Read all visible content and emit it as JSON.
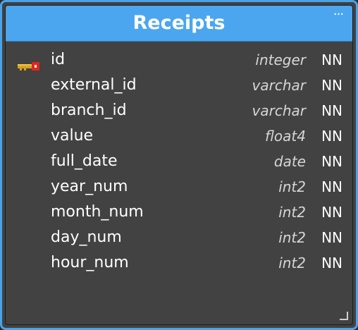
{
  "table": {
    "title": "Receipts",
    "menu_icon": "ellipsis-icon",
    "columns": [
      {
        "name": "id",
        "type": "integer",
        "constraint": "NN",
        "primary_key": true
      },
      {
        "name": "external_id",
        "type": "varchar",
        "constraint": "NN",
        "primary_key": false
      },
      {
        "name": "branch_id",
        "type": "varchar",
        "constraint": "NN",
        "primary_key": false
      },
      {
        "name": "value",
        "type": "float4",
        "constraint": "NN",
        "primary_key": false
      },
      {
        "name": "full_date",
        "type": "date",
        "constraint": "NN",
        "primary_key": false
      },
      {
        "name": "year_num",
        "type": "int2",
        "constraint": "NN",
        "primary_key": false
      },
      {
        "name": "month_num",
        "type": "int2",
        "constraint": "NN",
        "primary_key": false
      },
      {
        "name": "day_num",
        "type": "int2",
        "constraint": "NN",
        "primary_key": false
      },
      {
        "name": "hour_num",
        "type": "int2",
        "constraint": "NN",
        "primary_key": false
      }
    ]
  },
  "colors": {
    "header": "#4ba6ef",
    "border": "#4aa3e8",
    "body": "#424242",
    "key_gold": "#d9a21b",
    "key_red": "#e0261c"
  }
}
